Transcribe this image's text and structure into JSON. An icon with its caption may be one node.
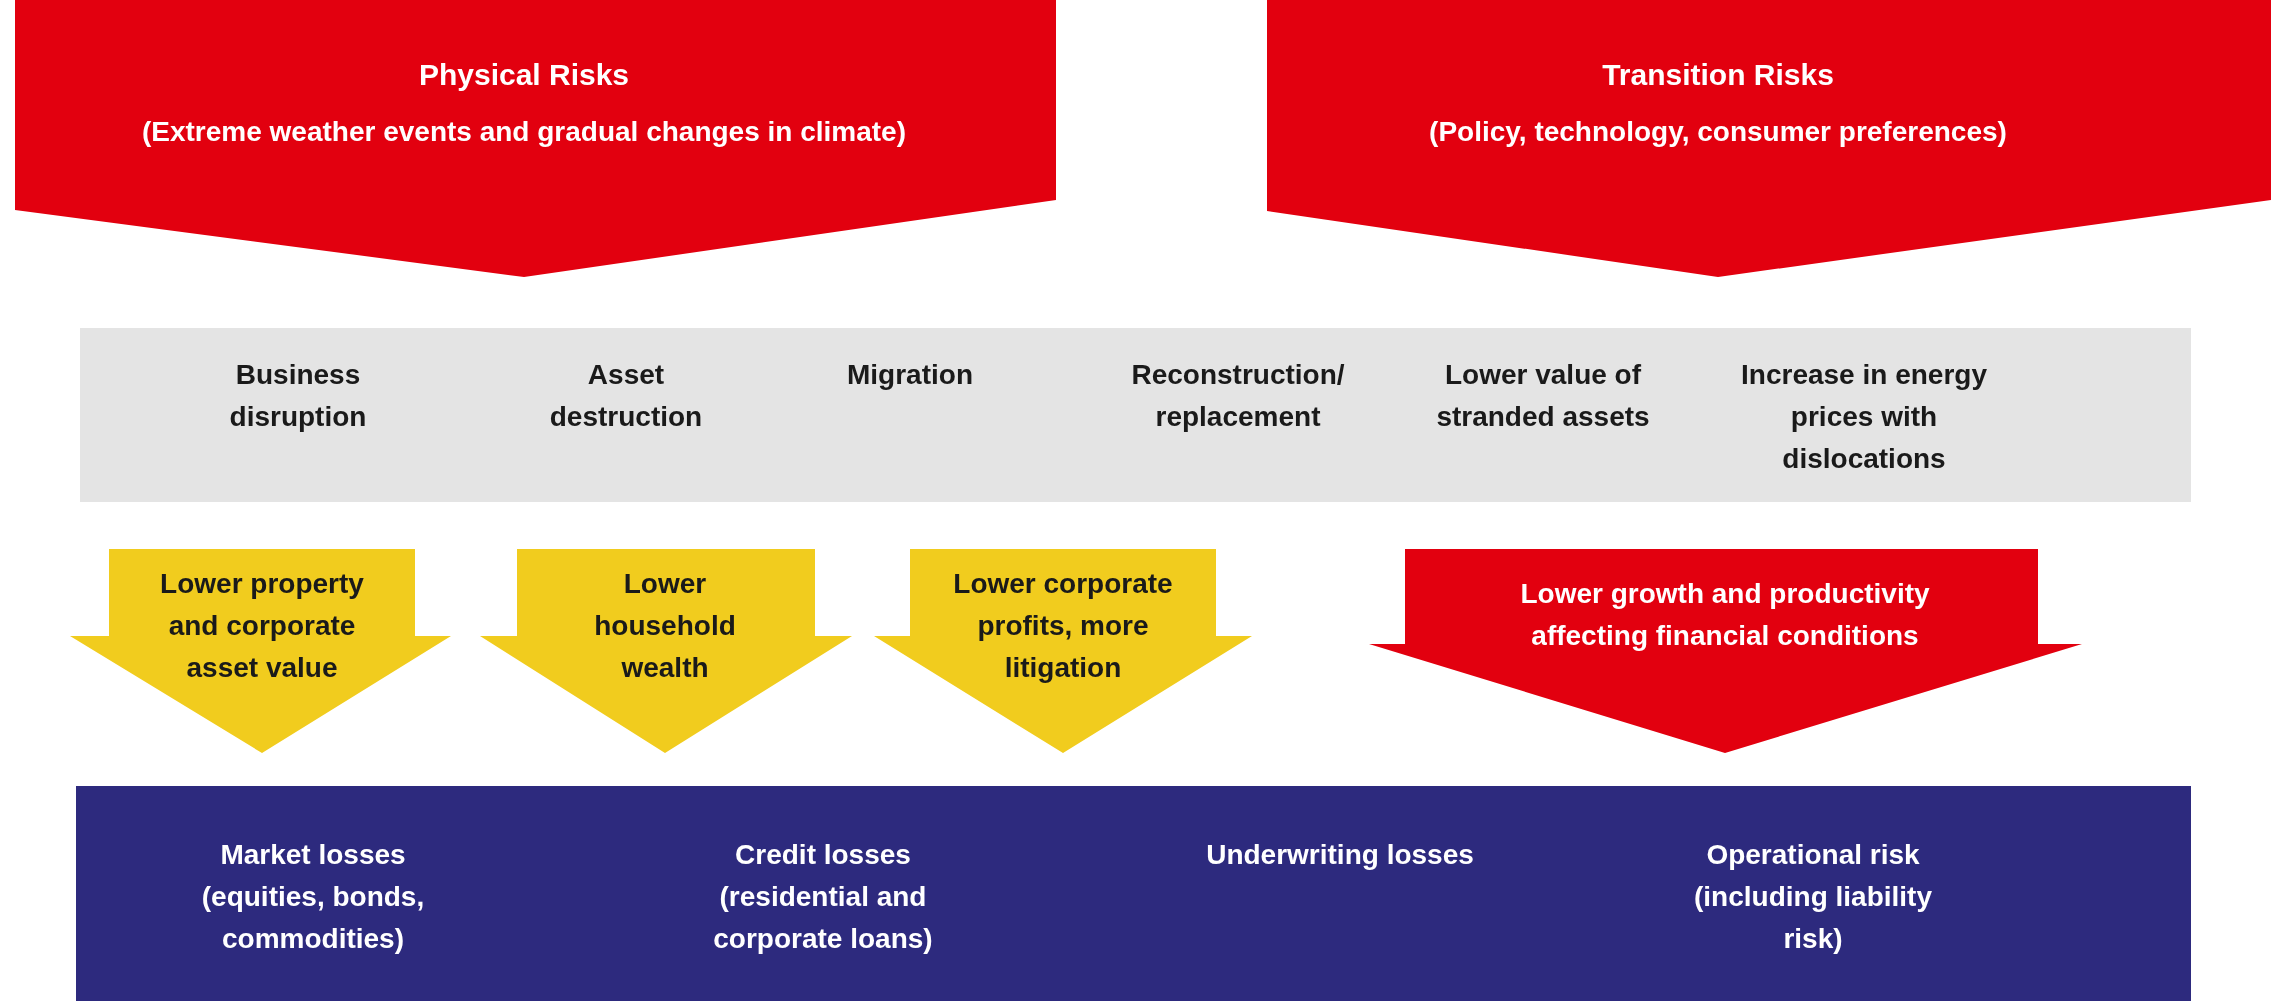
{
  "diagram": {
    "nodes": [
      {
        "text": [
          "Physical Risks",
          "(Extreme weather events and gradual changes in climate)"
        ]
      },
      {
        "text": [
          "Transition Risks",
          "(Policy, technology, consumer preferences)"
        ]
      },
      {
        "text": [],
        "shape": "box"
      },
      {
        "text": [
          "Business disruption"
        ],
        "in": 2
      },
      {
        "text": [
          "Asset destruction"
        ],
        "in": 2
      },
      {
        "text": [
          "Migration"
        ],
        "in": 2
      },
      {
        "text": [
          "Reconstruction/ replacement"
        ],
        "in": 2
      },
      {
        "text": [
          "Lower value of stranded assets"
        ],
        "in": 2
      },
      {
        "text": [
          "Increase in energy prices with dislocations"
        ],
        "in": 2
      },
      {
        "text": [
          "Lower property and corporate asset value"
        ]
      },
      {
        "text": [
          "Lower household wealth"
        ]
      },
      {
        "text": [
          "Lower corporate profits, more litigation"
        ]
      },
      {
        "text": [
          "Lower growth and productivity affecting financial conditions"
        ]
      },
      {
        "text": [],
        "shape": "box"
      },
      {
        "text": [
          "Market losses (equities, bonds, commodities)"
        ],
        "in": 13
      },
      {
        "text": [
          "Credit losses (residential and corporate loans)"
        ],
        "in": 13
      },
      {
        "text": [
          "Underwriting losses"
        ],
        "in": 13
      },
      {
        "text": [
          "Operational risk (including liability risk)"
        ],
        "in": 13
      }
    ]
  }
}
